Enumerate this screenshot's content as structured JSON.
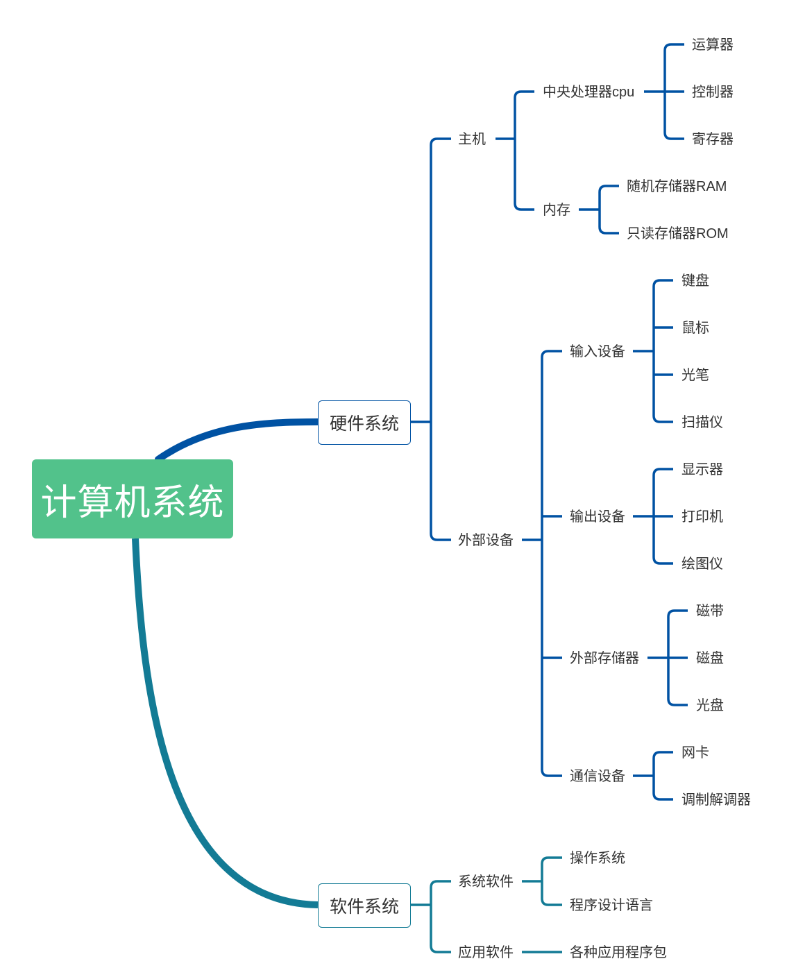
{
  "root": {
    "label": "计算机系统",
    "color": "#52c28b"
  },
  "colors": {
    "hardware": "#0052a3",
    "software": "#137b95",
    "root_text": "#ffffff"
  },
  "hardware": {
    "label": "硬件系统",
    "host": {
      "label": "主机",
      "cpu": {
        "label": "中央处理器cpu",
        "items": [
          "运算器",
          "控制器",
          "寄存器"
        ]
      },
      "memory": {
        "label": "内存",
        "items": [
          "随机存储器RAM",
          "只读存储器ROM"
        ]
      }
    },
    "external": {
      "label": "外部设备",
      "input": {
        "label": "输入设备",
        "items": [
          "键盘",
          "鼠标",
          "光笔",
          "扫描仪"
        ]
      },
      "output": {
        "label": "输出设备",
        "items": [
          "显示器",
          "打印机",
          "绘图仪"
        ]
      },
      "storage": {
        "label": "外部存储器",
        "items": [
          "磁带",
          "磁盘",
          "光盘"
        ]
      },
      "comm": {
        "label": "通信设备",
        "items": [
          "网卡",
          "调制解调器"
        ]
      }
    }
  },
  "software": {
    "label": "软件系统",
    "system": {
      "label": "系统软件",
      "items": [
        "操作系统",
        "程序设计语言"
      ]
    },
    "application": {
      "label": "应用软件",
      "items": [
        "各种应用程序包"
      ]
    }
  }
}
